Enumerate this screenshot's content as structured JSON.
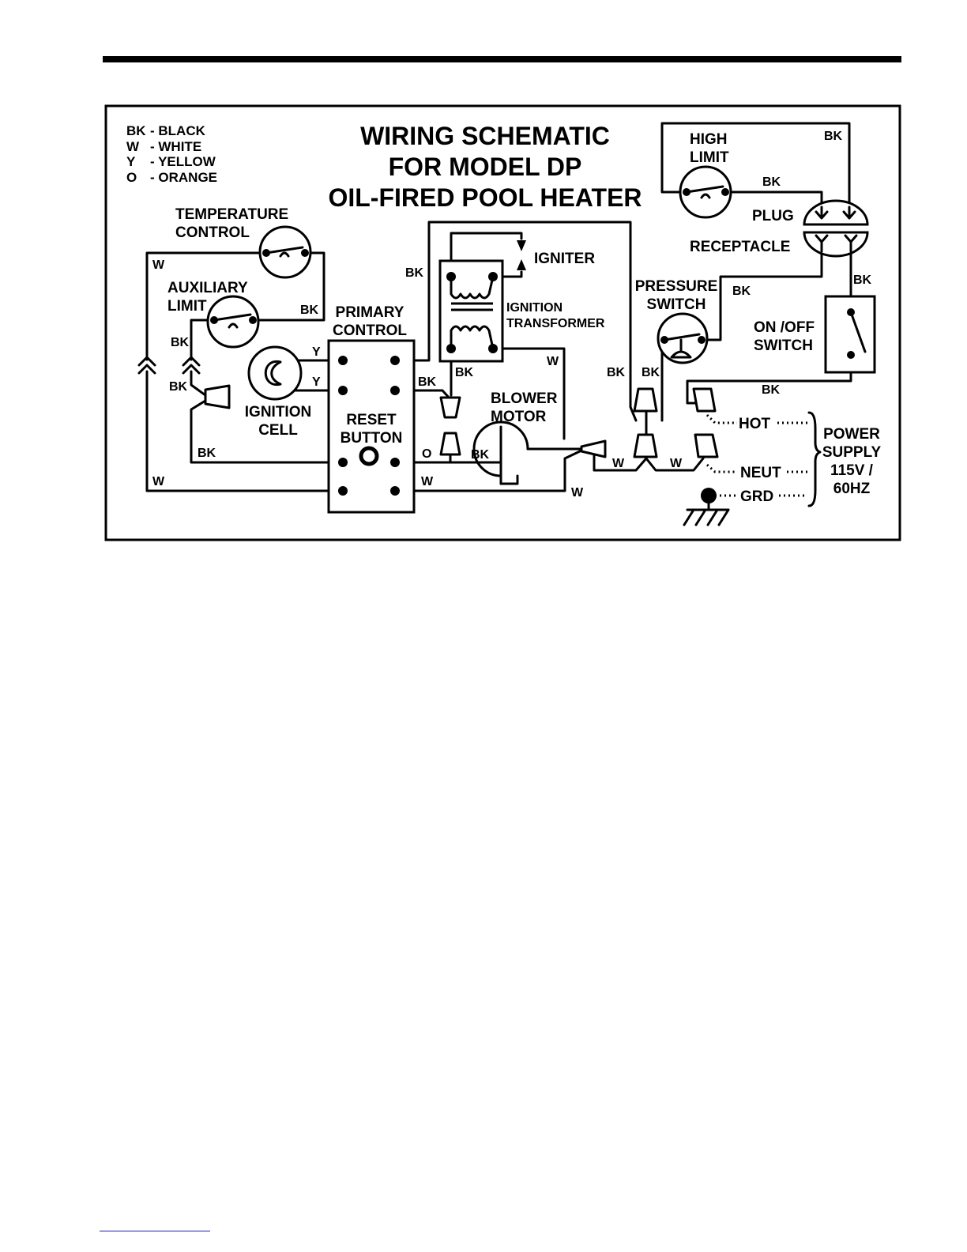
{
  "legend": [
    {
      "code": "BK",
      "desc": "- BLACK"
    },
    {
      "code": "W",
      "desc": "- WHITE"
    },
    {
      "code": "Y",
      "desc": "- YELLOW"
    },
    {
      "code": "O",
      "desc": "- ORANGE"
    }
  ],
  "title": [
    "WIRING SCHEMATIC",
    "FOR MODEL DP",
    "OIL-FIRED POOL HEATER"
  ],
  "components": {
    "temperature_control": [
      "TEMPERATURE",
      "CONTROL"
    ],
    "auxiliary_limit": [
      "AUXILIARY",
      "LIMIT"
    ],
    "primary_control": [
      "PRIMARY",
      "CONTROL"
    ],
    "reset_button": [
      "RESET",
      "BUTTON"
    ],
    "ignition_cell": [
      "IGNITION",
      "CELL"
    ],
    "igniter": "IGNITER",
    "ignition_transformer": [
      "IGNITION",
      "TRANSFORMER"
    ],
    "blower_motor": [
      "BLOWER",
      "MOTOR"
    ],
    "pressure_switch": [
      "PRESSURE",
      "SWITCH"
    ],
    "high_limit": [
      "HIGH",
      "LIMIT"
    ],
    "plug": "PLUG",
    "receptacle": "RECEPTACLE",
    "on_off_switch": [
      "ON /OFF",
      "SWITCH"
    ],
    "power_supply": [
      "POWER",
      "SUPPLY",
      "115V /",
      "60HZ"
    ],
    "hot": "HOT",
    "neut": "NEUT",
    "grd": "GRD"
  },
  "wire_labels": {
    "bk": "BK",
    "w": "W",
    "y": "Y",
    "o": "O"
  }
}
